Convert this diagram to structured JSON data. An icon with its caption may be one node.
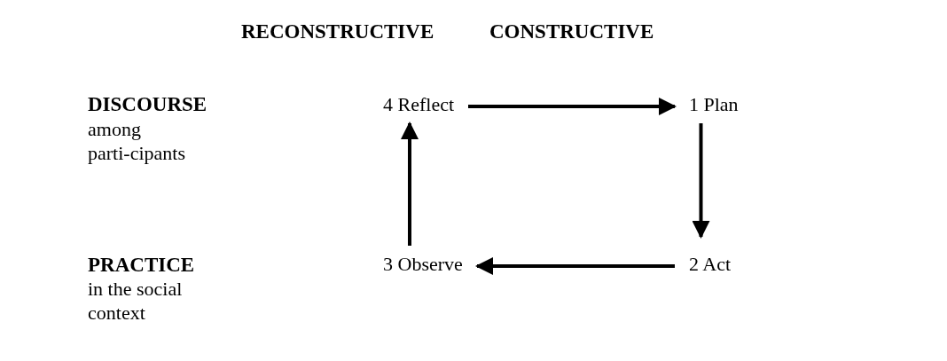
{
  "diagram": {
    "nodes": [
      {
        "text": [
          "4 Reflect"
        ]
      },
      {
        "text": [
          "1 Plan"
        ]
      },
      {
        "text": [
          "2 Act"
        ]
      },
      {
        "text": [
          "3 Observe"
        ]
      }
    ],
    "edges": [
      {
        "from": 0,
        "to": 1,
        "arrow": "to"
      },
      {
        "from": 1,
        "to": 2,
        "arrow": "to"
      },
      {
        "from": 2,
        "to": 3,
        "arrow": "to"
      },
      {
        "from": 3,
        "to": 0,
        "arrow": "to"
      }
    ],
    "labels": [
      "RECONSTRUCTIVE",
      "CONSTRUCTIVE",
      "DISCOURSE",
      "among parti-cipants",
      "PRACTICE",
      "in the social context"
    ]
  }
}
